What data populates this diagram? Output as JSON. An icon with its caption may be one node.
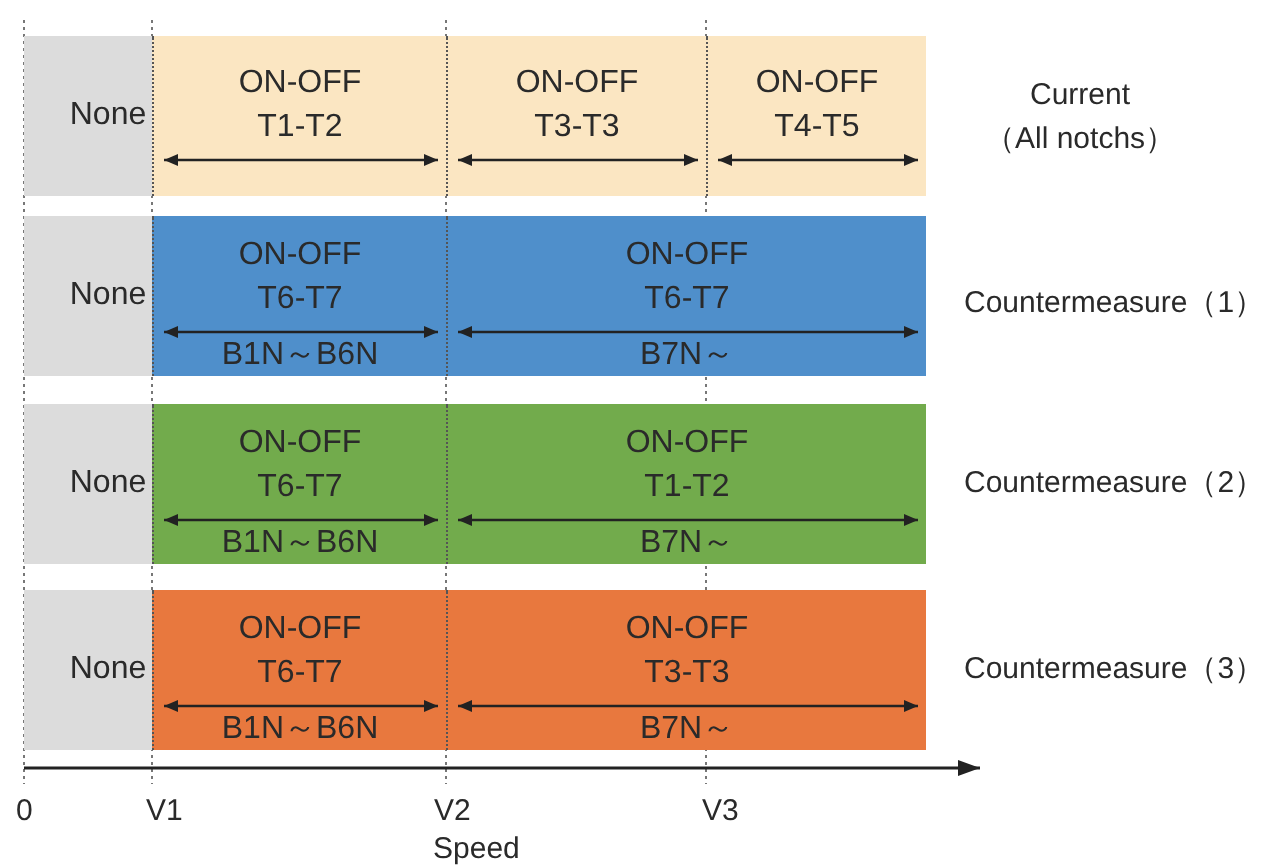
{
  "diagram": {
    "nodes": [
      {
        "text": [
          "None"
        ]
      },
      {
        "text": [
          "ON-OFF T1-T2"
        ]
      },
      {
        "text": [
          "ON-OFF T3-T3"
        ]
      },
      {
        "text": [
          "ON-OFF T4-T5"
        ]
      },
      {
        "text": [
          "None"
        ]
      },
      {
        "text": [
          "ON-OFF T6-T7",
          "B1N～B6N"
        ]
      },
      {
        "text": [
          "ON-OFF T6-T7",
          "B7N～"
        ]
      },
      {
        "text": [
          "None"
        ]
      },
      {
        "text": [
          "ON-OFF T6-T7",
          "B1N～B6N"
        ]
      },
      {
        "text": [
          "ON-OFF T1-T2",
          "B7N～"
        ]
      },
      {
        "text": [
          "None"
        ]
      },
      {
        "text": [
          "ON-OFF T6-T7",
          "B1N～B6N"
        ]
      },
      {
        "text": [
          "ON-OFF T3-T3",
          "B7N～"
        ]
      }
    ],
    "edges": [],
    "labels": [
      "Current （All notchs）",
      "Countermeasure（1）",
      "Countermeasure（2）",
      "Countermeasure（3）",
      "0",
      "V1",
      "V2",
      "V3",
      "Speed"
    ]
  }
}
